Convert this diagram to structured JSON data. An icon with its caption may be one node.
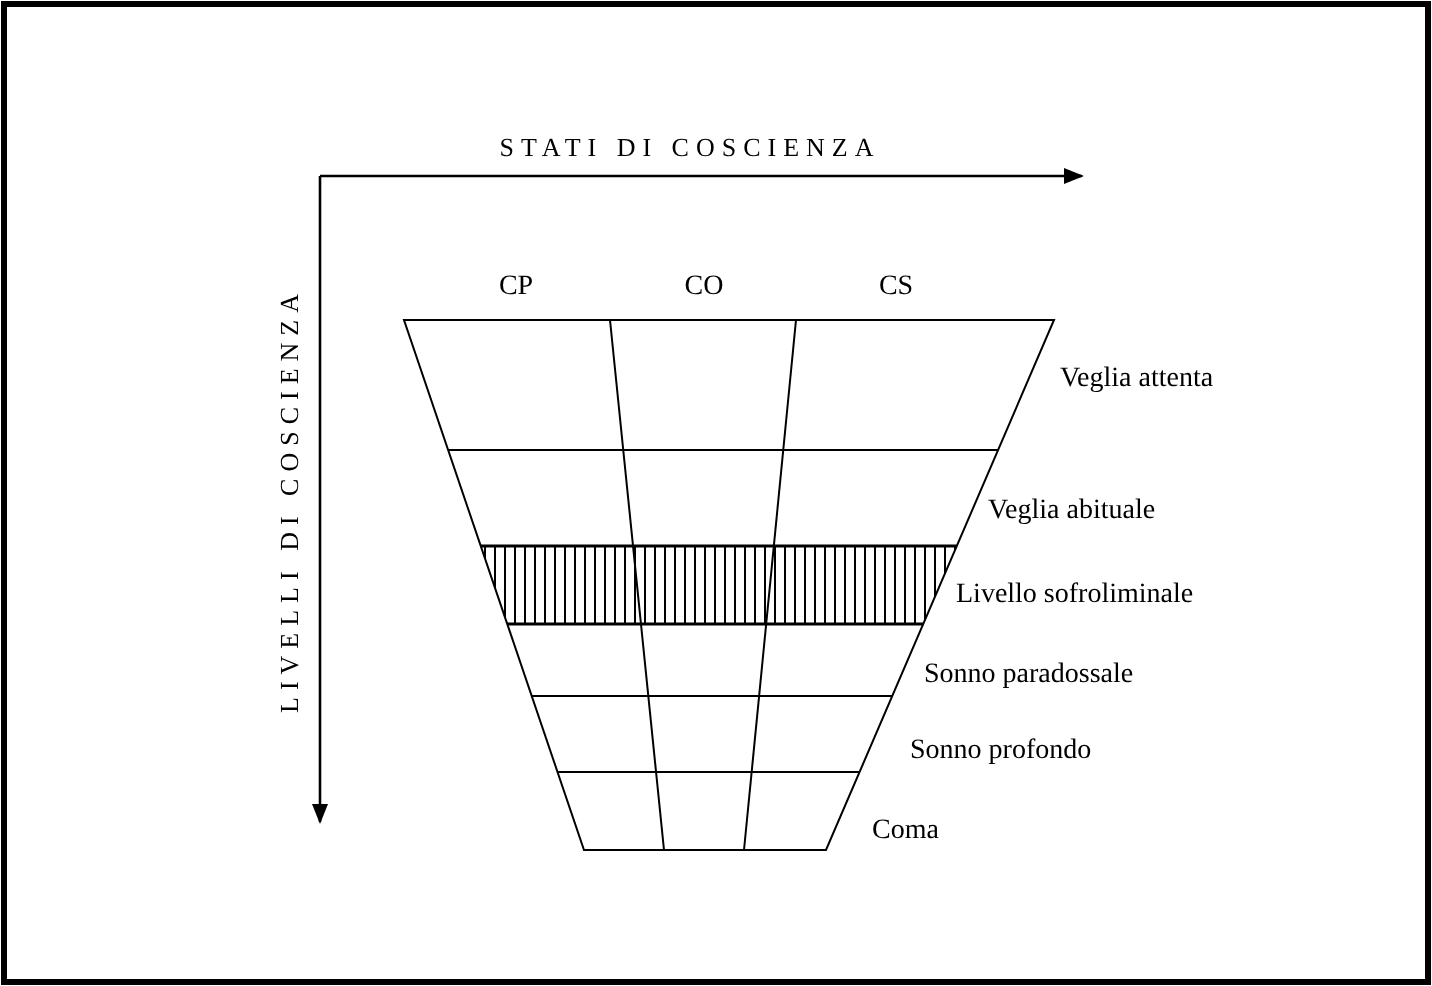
{
  "diagram": {
    "labels": [
      "STATI DI COSCIENZA",
      "LIVELLI DI COSCIENZA",
      "CP",
      "CO",
      "CS",
      "Veglia attenta",
      "Veglia abituale",
      "Livello sofroliminale",
      "Sonno paradossale",
      "Sonno profondo",
      "Coma"
    ]
  }
}
